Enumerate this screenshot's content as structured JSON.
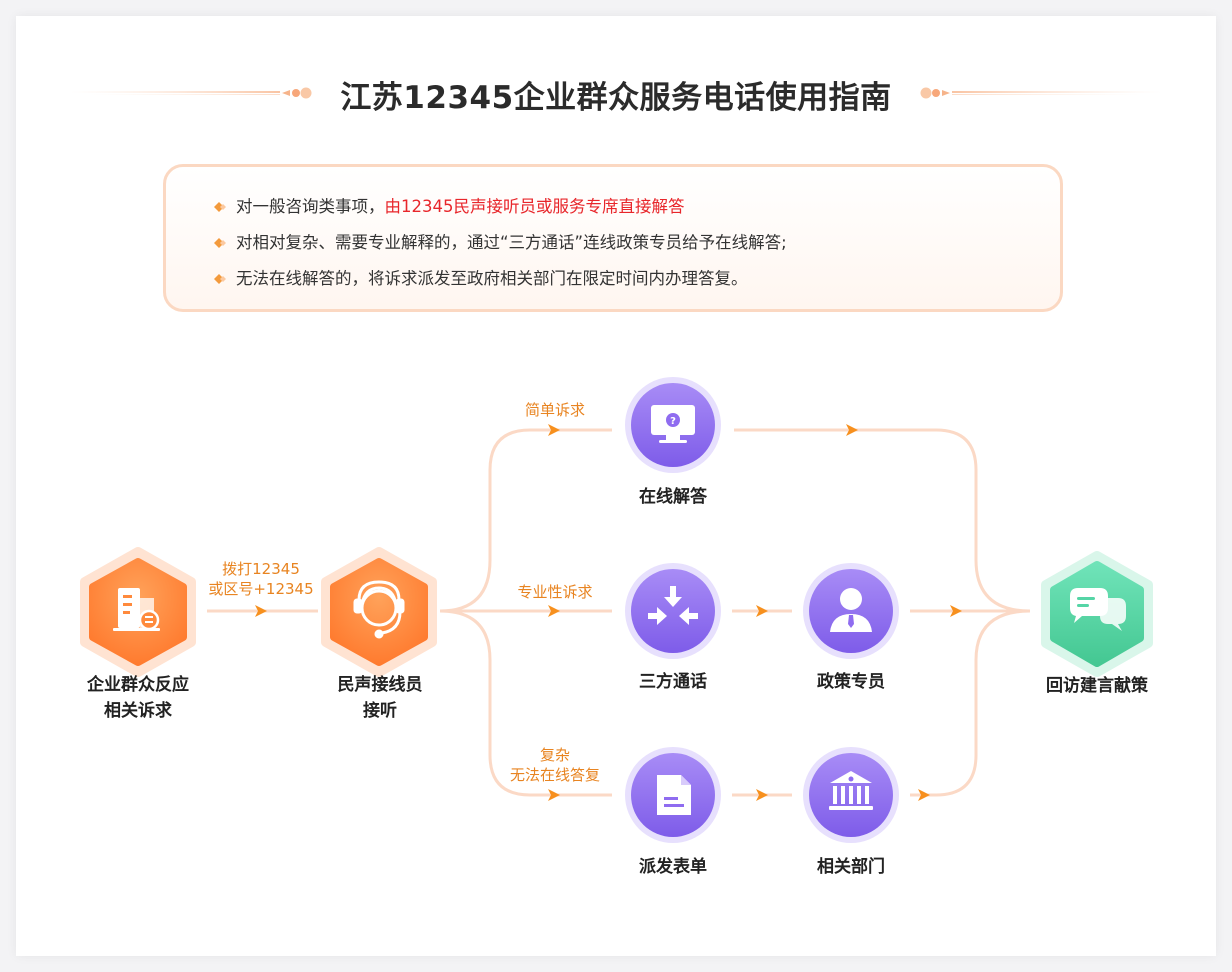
{
  "title": "江苏12345企业群众服务电话使用指南",
  "notice": {
    "items": [
      {
        "text": "对一般咨询类事项，",
        "highlight": "由12345民声接听员或服务专席直接解答"
      },
      {
        "text": "对相对复杂、需要专业解释的，通过“三方通话”连线政策专员给予在线解答;",
        "highlight": ""
      },
      {
        "text": "无法在线解答的，将诉求派发至政府相关部门在限定时间内办理答复。",
        "highlight": ""
      }
    ]
  },
  "flow": {
    "nodes": {
      "appeal": {
        "line1": "企业群众反应",
        "line2": "相关诉求",
        "icon": "building-document-icon"
      },
      "operator": {
        "line1": "民声接线员",
        "line2": "接听",
        "icon": "headset-operator-icon"
      },
      "online": {
        "label": "在线解答",
        "icon": "monitor-question-icon"
      },
      "threeway": {
        "label": "三方通话",
        "icon": "converge-arrows-icon"
      },
      "specialist": {
        "label": "政策专员",
        "icon": "person-icon"
      },
      "dispatch": {
        "label": "派发表单",
        "icon": "document-icon"
      },
      "department": {
        "label": "相关部门",
        "icon": "government-building-icon"
      },
      "callback": {
        "label": "回访建言献策",
        "icon": "chat-bubbles-icon"
      }
    },
    "edges": {
      "dial_line1": "拨打12345",
      "dial_line2": "或区号+12345",
      "simple": "简单诉求",
      "professional": "专业性诉求",
      "complex_line1": "复杂",
      "complex_line2": "无法在线答复"
    }
  },
  "colors": {
    "orange": "#ff8a3c",
    "purple": "#8f6cf0",
    "green": "#55d5a6",
    "highlight": "#e8262b",
    "edge_label": "#e88421",
    "line": "#fbd9c6"
  }
}
